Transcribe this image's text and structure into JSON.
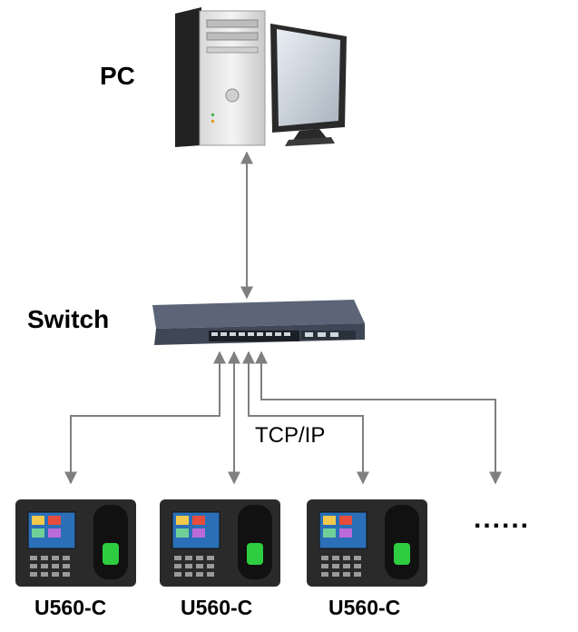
{
  "pc": {
    "label": "PC"
  },
  "switch": {
    "label": "Switch"
  },
  "link": {
    "protocol": "TCP/IP"
  },
  "devices": [
    {
      "label": "U560-C"
    },
    {
      "label": "U560-C"
    },
    {
      "label": "U560-C"
    }
  ],
  "more": {
    "label": "......"
  },
  "colors": {
    "line": "#7f7f7f",
    "device_body": "#2a2a2a",
    "switch_body": "#3e4755",
    "screen": "#2a6fb8"
  }
}
